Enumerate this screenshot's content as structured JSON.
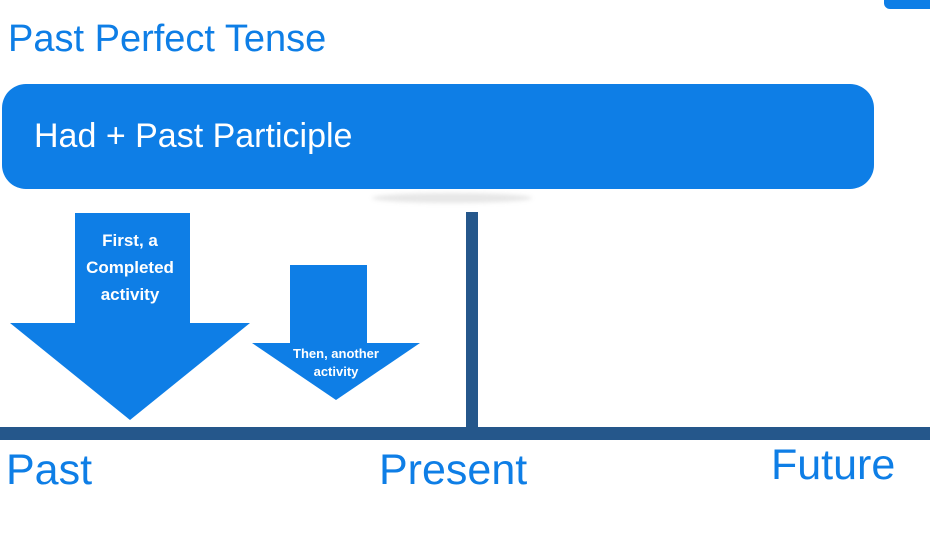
{
  "title": "Past Perfect Tense",
  "banner": {
    "label": "Had + Past Participle"
  },
  "diagram": {
    "arrows": [
      {
        "icon": "large-down-arrow-icon",
        "lines": [
          "First, a",
          "Completed",
          "activity"
        ]
      },
      {
        "icon": "small-down-arrow-icon",
        "lines": [
          "Then, another",
          "activity"
        ]
      }
    ],
    "timeline": {
      "past": "Past",
      "present": "Present",
      "future": "Future"
    }
  },
  "colors": {
    "accent": "#0E7EE6",
    "timeline_dark": "#25578B",
    "arrow_text": "#FFFFFF"
  }
}
